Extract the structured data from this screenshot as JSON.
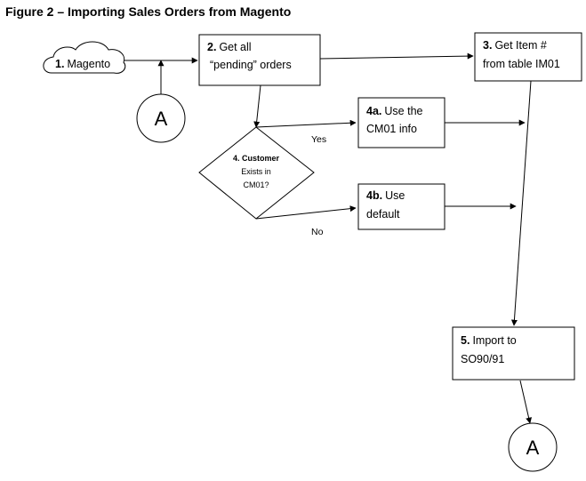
{
  "title": "Figure 2 – Importing Sales Orders from Magento",
  "nodes": {
    "magento": {
      "num": "1.",
      "text": "Magento"
    },
    "connector_top": {
      "text": "A"
    },
    "get_pending": {
      "num": "2.",
      "line1": "Get all",
      "line2": "“pending” orders"
    },
    "get_item": {
      "num": "3.",
      "line1": "Get Item #",
      "line2": "from table IM01"
    },
    "decision": {
      "line1": "4. Customer",
      "line2": "Exists in",
      "line3": "CM01?"
    },
    "use_cm01": {
      "num": "4a.",
      "line1": "Use the",
      "line2": "CM01 info"
    },
    "use_default": {
      "num": "4b.",
      "line1": "Use",
      "line2": "default"
    },
    "import": {
      "num": "5.",
      "line1": "Import to",
      "line2": "SO90/91"
    },
    "connector_bottom": {
      "text": "A"
    }
  },
  "edge_labels": {
    "yes": "Yes",
    "no": "No"
  }
}
